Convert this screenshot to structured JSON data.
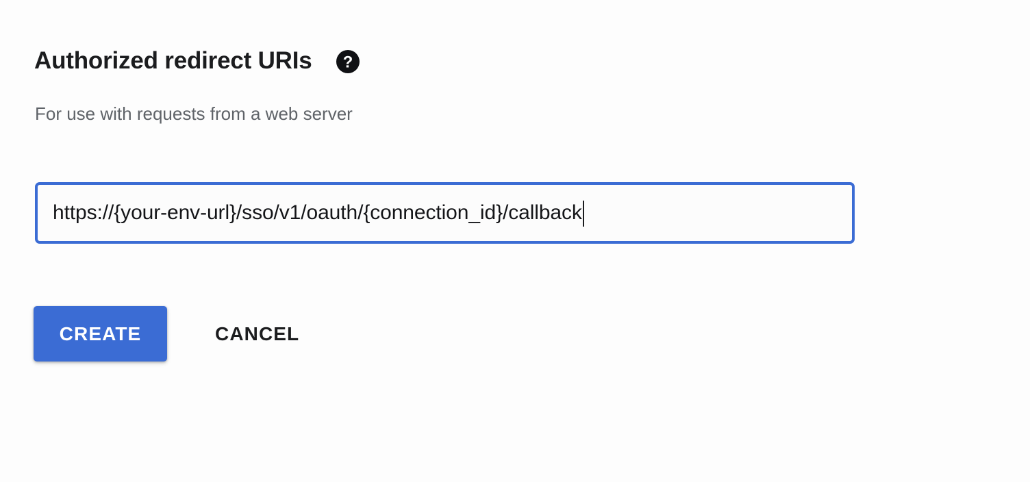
{
  "section": {
    "title": "Authorized redirect URIs",
    "help_icon": "help-circle-icon",
    "subtitle": "For use with requests from a web server"
  },
  "uri_input": {
    "value": "https://{your-env-url}/sso/v1/oauth/{connection_id}/callback",
    "placeholder": "https://",
    "focused": true,
    "caret_visible": true
  },
  "actions": {
    "create_label": "CREATE",
    "cancel_label": "CANCEL"
  },
  "colors": {
    "accent_blue": "#3b6cd4",
    "text_primary": "#1b1c1e",
    "text_secondary": "#5f6368",
    "background": "#fdfdfd",
    "input_fill": "#fcfcfc"
  }
}
